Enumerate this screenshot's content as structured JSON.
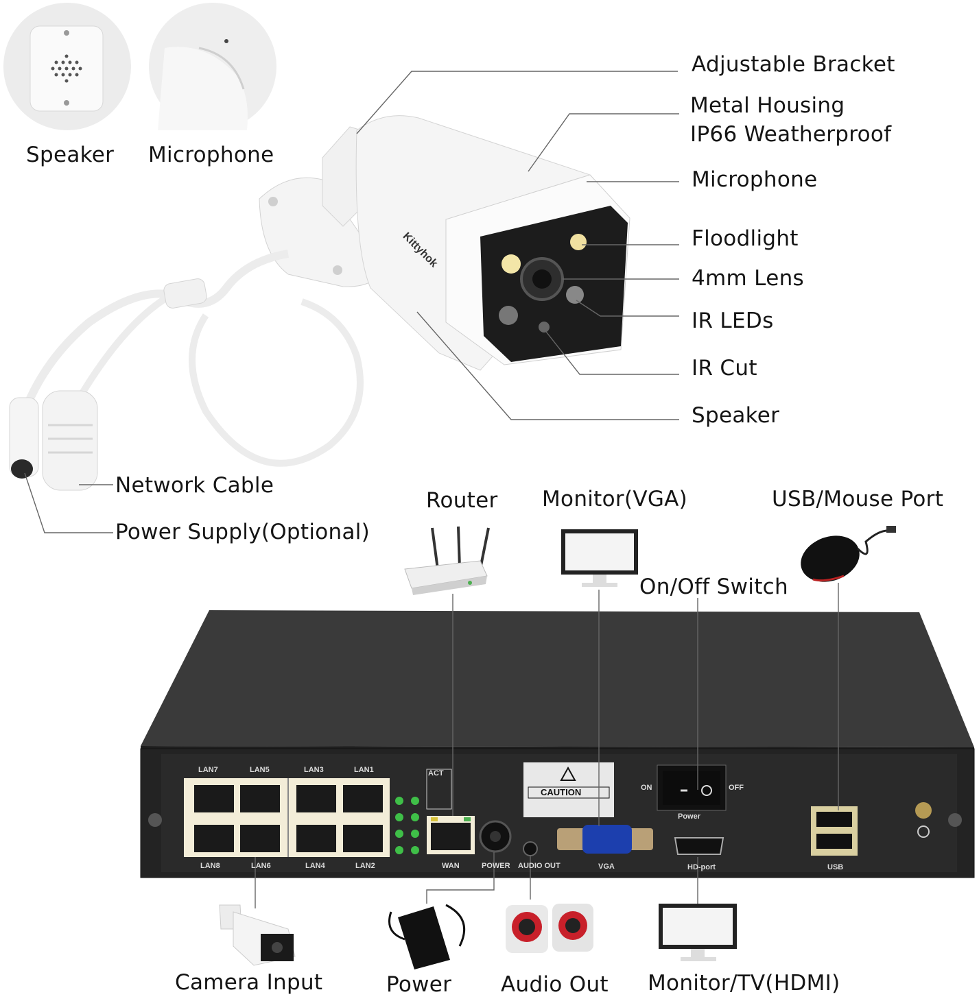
{
  "top_insets": {
    "speaker": "Speaker",
    "microphone": "Microphone"
  },
  "camera": {
    "brand": "Kittyhok",
    "callouts": {
      "adjustable_bracket": "Adjustable Bracket",
      "metal_housing": "Metal Housing",
      "weatherproof": "IP66 Weatherproof",
      "microphone": "Microphone",
      "floodlight": "Floodlight",
      "lens": "4mm Lens",
      "ir_leds": "IR LEDs",
      "ir_cut": "IR Cut",
      "speaker": "Speaker"
    },
    "cable": {
      "network": "Network Cable",
      "power": "Power Supply(Optional)"
    }
  },
  "nvr": {
    "peripherals_top": {
      "router": "Router",
      "monitor_vga": "Monitor(VGA)",
      "usb_mouse": "USB/Mouse Port",
      "on_off": "On/Off Switch"
    },
    "peripherals_bottom": {
      "camera_input": "Camera Input",
      "power": "Power",
      "audio_out": "Audio Out",
      "monitor_hdmi": "Monitor/TV(HDMI)"
    },
    "panel": {
      "lan_top": [
        "LAN7",
        "LAN5",
        "LAN3",
        "LAN1"
      ],
      "lan_bottom": [
        "LAN8",
        "LAN6",
        "LAN4",
        "LAN2"
      ],
      "wan": "WAN",
      "power": "POWER",
      "audio_out": "AUDIO OUT",
      "vga": "VGA",
      "hd_port": "HD-port",
      "usb": "USB",
      "switch_on": "ON",
      "switch_off": "OFF",
      "switch_power": "Power",
      "caution": "CAUTION",
      "act": "ACT"
    }
  },
  "colors": {
    "leader_line": "#666666",
    "chassis": "#2b2b2b",
    "camera_body": "#f2f2f2"
  }
}
